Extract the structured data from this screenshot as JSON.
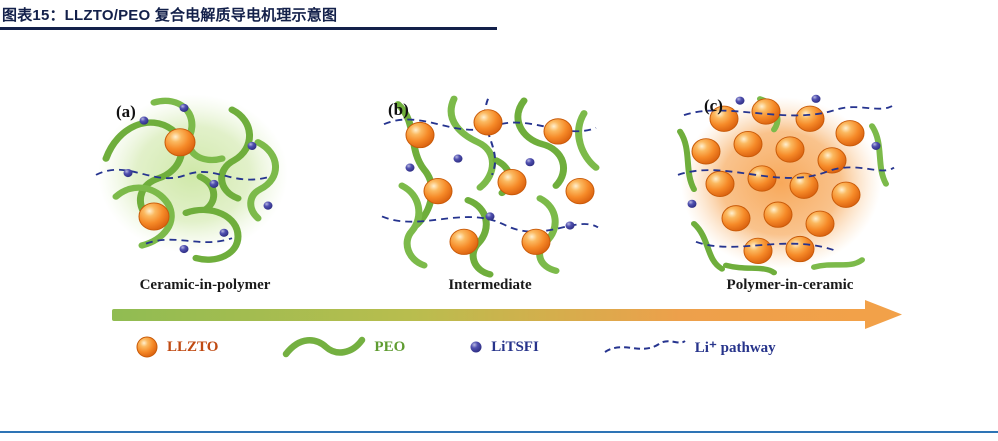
{
  "header": {
    "title": "图表15：LLZTO/PEO 复合电解质导电机理示意图"
  },
  "panels": [
    {
      "label": "(a)",
      "caption": "Ceramic-in-polymer"
    },
    {
      "label": "(b)",
      "caption": "Intermediate"
    },
    {
      "label": "(c)",
      "caption": "Polymer-in-ceramic"
    }
  ],
  "legend": [
    {
      "icon": "llzto-sphere-icon",
      "label": "LLZTO"
    },
    {
      "icon": "peo-chain-icon",
      "label": "PEO"
    },
    {
      "icon": "litsfi-dot-icon",
      "label": "LiTSFI"
    },
    {
      "icon": "li-pathway-icon",
      "label": "Li⁺ pathway"
    }
  ],
  "colors": {
    "title_navy": "#13204a",
    "bottom_rule_blue": "#2e74b5",
    "llzto_orange": "#e87511",
    "peo_green": "#72b043",
    "litsfi_blue": "#32329b",
    "pathway_navy": "#26348f",
    "legend_llzto_text": "#c04a12",
    "legend_peo_text": "#5f9c31",
    "legend_blue_text": "#27348b",
    "arrow_gradient": [
      "#90bc52",
      "#b9bd4e",
      "#eda04b",
      "#f2a149"
    ]
  }
}
